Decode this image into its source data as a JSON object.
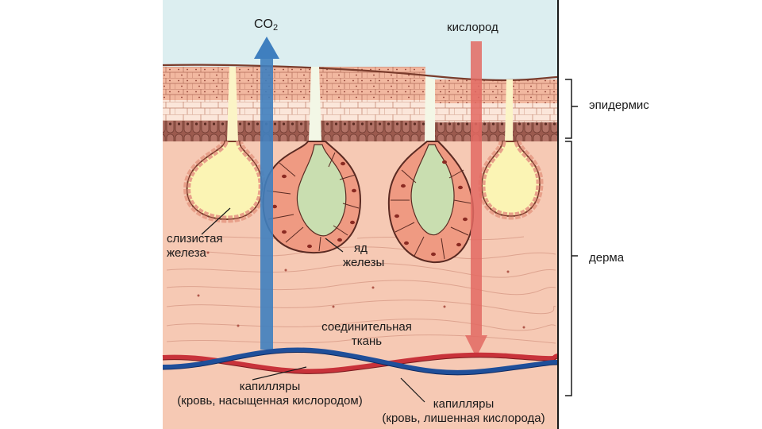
{
  "labels": {
    "co2_main": "CO",
    "co2_sub": "2",
    "oxygen": "кислород",
    "epidermis": "эпидермис",
    "dermis": "дерма",
    "mucous_gland_line1": "слизистая",
    "mucous_gland_line2": "железа",
    "poison_gland_line1": "яд",
    "poison_gland_line2": "железы",
    "connective_line1": "соединительная",
    "connective_line2": "ткань",
    "cap_oxygenated_line1": "капилляры",
    "cap_oxygenated_line2": "(кровь, насыщенная кислородом)",
    "cap_deoxygenated_line1": "капилляры",
    "cap_deoxygenated_line2": "(кровь, лишенная кислорода)"
  },
  "colors": {
    "air": "#dceef0",
    "dermis": "#f6c9b4",
    "epidermis_top": "#f2b8a0",
    "epidermis_mid": "#fbe7dc",
    "basal_layer": "#9b5a4e",
    "mucus": "#f8f0b0",
    "poison_gland": "#ef9a82",
    "poison_lumen": "#c9deb0",
    "co2_arrow": "#3f7fbf",
    "oxygen_arrow": "#e36a63",
    "artery": "#c8323a",
    "vein": "#1f4f9a"
  }
}
